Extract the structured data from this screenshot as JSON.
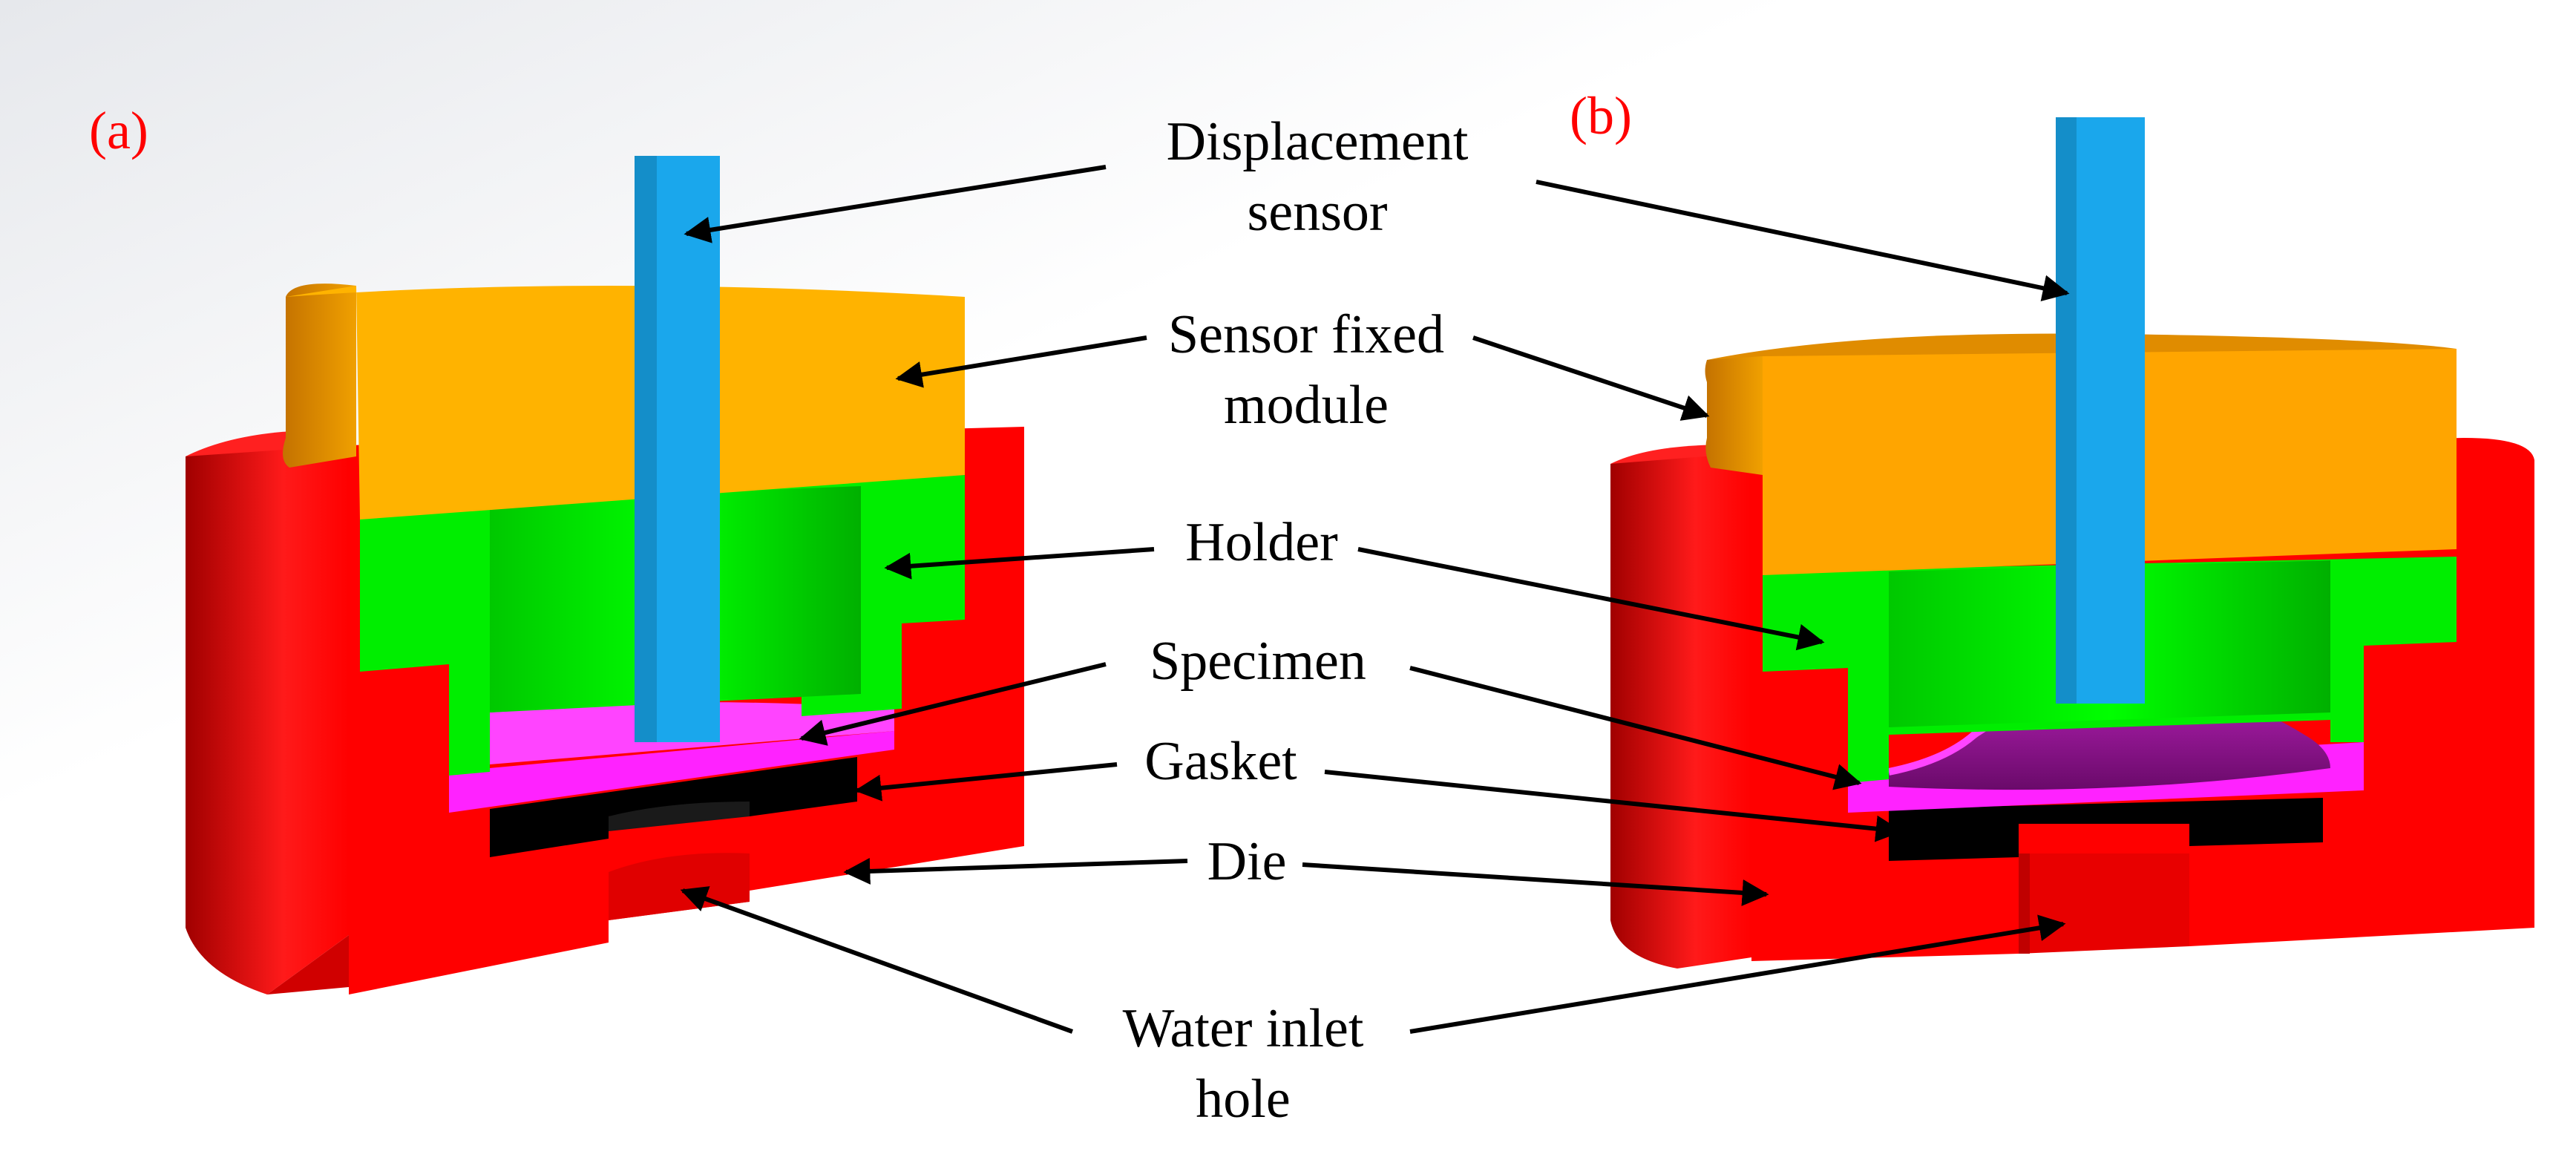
{
  "panels": [
    {
      "label": "(a)"
    },
    {
      "label": "(b)"
    }
  ],
  "labels": {
    "displacement_sensor": [
      "Displacement",
      "sensor"
    ],
    "sensor_fixed_module": [
      "Sensor fixed",
      "module"
    ],
    "holder": "Holder",
    "specimen": "Specimen",
    "gasket": "Gasket",
    "die": "Die",
    "water_inlet_hole": [
      "Water inlet",
      "hole"
    ]
  },
  "colors": {
    "panel_label": "#ff0000",
    "displacement_sensor": "#1aa7ec",
    "sensor_fixed_module": "#ffb300",
    "holder": "#00ee00",
    "specimen": "#ff22ff",
    "gasket": "#000000",
    "die": "#ff0000",
    "arrow": "#000000"
  }
}
